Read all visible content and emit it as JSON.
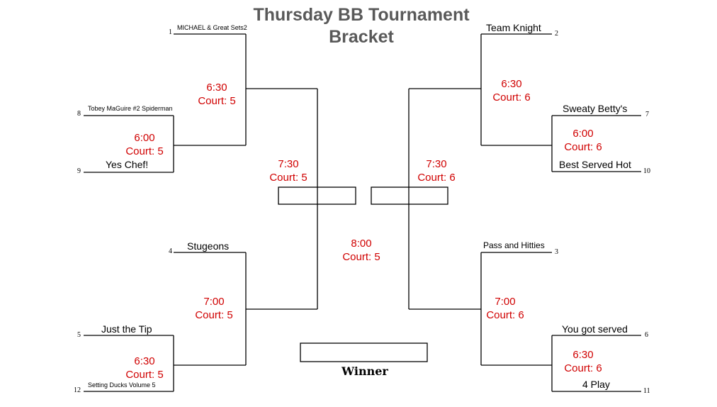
{
  "title_line1": "Thursday BB Tournament",
  "title_line2": "Bracket",
  "teams": {
    "t1": {
      "name": "MICHAEL & Great Sets2",
      "seed": "1"
    },
    "t8": {
      "name": "Tobey MaGuire #2 Spiderman",
      "seed": "8"
    },
    "t9": {
      "name": "Yes Chef!",
      "seed": "9"
    },
    "t4": {
      "name": "Stugeons",
      "seed": "4"
    },
    "t5": {
      "name": "Just the Tip",
      "seed": "5"
    },
    "t12": {
      "name": "Setting Ducks Volume 5",
      "seed": "12"
    },
    "t2": {
      "name": "Team Knight",
      "seed": "2"
    },
    "t7": {
      "name": "Sweaty Betty's",
      "seed": "7"
    },
    "t10": {
      "name": "Best Served Hot",
      "seed": "10"
    },
    "t3": {
      "name": "Pass and Hitties",
      "seed": "3"
    },
    "t6": {
      "name": "You got served",
      "seed": "6"
    },
    "t11": {
      "name": "4 Play",
      "seed": "11"
    }
  },
  "games": {
    "g_8v9": {
      "time": "6:00",
      "court": "Court: 5"
    },
    "g_1": {
      "time": "6:30",
      "court": "Court: 5"
    },
    "g_5v12": {
      "time": "6:30",
      "court": "Court: 5"
    },
    "g_4": {
      "time": "7:00",
      "court": "Court: 5"
    },
    "g_left_semi": {
      "time": "7:30",
      "court": "Court: 5"
    },
    "g_2": {
      "time": "6:30",
      "court": "Court: 6"
    },
    "g_7v10": {
      "time": "6:00",
      "court": "Court: 6"
    },
    "g_3": {
      "time": "7:00",
      "court": "Court: 6"
    },
    "g_6v11": {
      "time": "6:30",
      "court": "Court: 6"
    },
    "g_right_semi": {
      "time": "7:30",
      "court": "Court: 6"
    },
    "g_final": {
      "time": "8:00",
      "court": "Court: 5"
    }
  },
  "winner_label": "Winner",
  "colors": {
    "line": "#000000",
    "game_text": "#d00000",
    "title": "#595959"
  }
}
